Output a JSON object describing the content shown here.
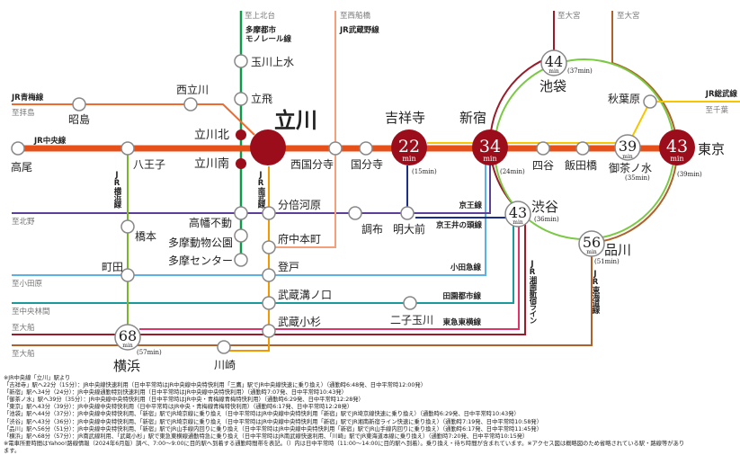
{
  "colors": {
    "chuo": "#e8501a",
    "station_red": "#9b0d1a",
    "ome": "#f06a30",
    "monorail": "#0a9a4a",
    "nambu": "#f39800",
    "musashino": "#f4a07a",
    "yokohama": "#7ab62a",
    "keio": "#5b3f98",
    "inokashira": "#1a2f8a",
    "odakyu": "#5cb0e8",
    "denentoshi": "#1a9a9a",
    "toyoko": "#e0336a",
    "shonan": "#9b1b2a",
    "tokaido": "#b0602a",
    "yamanote": "#7ac943",
    "sobu": "#f7c600"
  },
  "lines": {
    "ome": "JR青梅線",
    "chuo": "JR中央線",
    "monorail_1": "多摩都市",
    "monorail_2": "モノレール線",
    "musashino": "JR武蔵野線",
    "sobu": "JR総武線",
    "yokohama": "JR横浜線",
    "nambu": "JR南武線",
    "keio": "京王線",
    "inokashira": "京王井の頭線",
    "odakyu": "小田急線",
    "denentoshi": "田園都市線",
    "toyoko": "東急東横線",
    "shonan": "JR湘南新宿ライン",
    "tokaido": "JR東海道線"
  },
  "directions": {
    "haijima": "至拝島",
    "kamikitadai": "至上北台",
    "nishifunabashi": "至西船橋",
    "omiya_1": "至大宮",
    "omiya_2": "至大宮",
    "chiba": "至千葉",
    "kitano": "至北野",
    "odawara": "至小田原",
    "chuorinkan": "至中央林間",
    "ofuna_1": "至大船",
    "ofuna_2": "至大船"
  },
  "stations": {
    "takao": "高尾",
    "hachioji": "八王子",
    "tachikawa": "立川",
    "nishikokubunji": "西国分寺",
    "kokubunji": "国分寺",
    "kichijoji": "吉祥寺",
    "shinjuku": "新宿",
    "yotsuya": "四谷",
    "iidabashi": "飯田橋",
    "ochanomizu": "御茶ノ水",
    "tokyo": "東京",
    "akishima": "昭島",
    "nishitachikawa": "西立川",
    "tamagawajosui": "玉川上水",
    "tachihi": "立飛",
    "tachikawakita": "立川北",
    "tachikawaminami": "立川南",
    "takahatafudo": "高幡不動",
    "tamadobutsukoen": "多摩動物公園",
    "tamacenter": "多摩センター",
    "bubaigawara": "分倍河原",
    "fuchuhommachi": "府中本町",
    "noborito": "登戸",
    "musashimizonokuchi": "武蔵溝ノ口",
    "musashikosugi": "武蔵小杉",
    "kawasaki": "川崎",
    "hashimoto": "橋本",
    "machida": "町田",
    "yokohama": "横浜",
    "chofu": "調布",
    "meidaimae": "明大前",
    "futakotamagawa": "二子玉川",
    "ikebukuro": "池袋",
    "akihabara": "秋葉原",
    "shibuya": "渋谷",
    "shinagawa": "品川"
  },
  "times": {
    "kichijoji": {
      "commute": "22",
      "unit": "min",
      "daytime": "(15min)"
    },
    "shinjuku": {
      "commute": "34",
      "unit": "min",
      "daytime": "(24min)"
    },
    "ochanomizu": {
      "commute": "39",
      "unit": "min",
      "daytime": "(35min)"
    },
    "tokyo": {
      "commute": "43",
      "unit": "min",
      "daytime": "(39min)"
    },
    "ikebukuro": {
      "commute": "44",
      "unit": "min",
      "daytime": "(37min)"
    },
    "shibuya": {
      "commute": "43",
      "unit": "min",
      "daytime": "(36min)"
    },
    "shinagawa": {
      "commute": "56",
      "unit": "min",
      "daytime": "(51min)"
    },
    "yokohama": {
      "commute": "68",
      "unit": "min",
      "daytime": "(57min)"
    }
  },
  "notes": [
    "※JR中央線「立川」駅より",
    "「吉祥寺」駅へ22分（15分）：JR中央線快速利用（日中平常時はJR中央線中央特快利用「三鷹」駅でJR中央線快速に乗り換え）（通勤時6:48発、日中平常時12:00発）",
    "「新宿」駅へ34分（24分）：JR中央線通勤特別快速利用（日中平常時はJR中央線中央特快利用）（通勤時7:07発、日中平常時10:43発）",
    "「御茶ノ水」駅へ39分（35分）：JR中央線中央特快利用（日中平常時はJR中央・青梅線青梅特快利用）（通勤時6:29発、日中平常時12:28発）",
    "「東京」駅へ43分（39分）：JR中央線中央特快利用（日中平常時はJR中央・青梅線青梅特快利用）（通勤時6:17発、日中平常時12:28発）",
    "「池袋」駅へ44分（37分）：JR中央線中央特快利用、「新宿」駅でJR埼京線に乗り換え（日中平常時はJR中央線中央特快利用「新宿」駅でJR埼京線快速に乗り換え）（通勤時6:29発、日中平常時10:43発）",
    "「渋谷」駅へ43分（36分）：JR中央線中央特快利用、「新宿」駅でJR埼京線に乗り換え（日中平常時はJR中央線中央特快利用「新宿」駅でJR湘南新宿ライン快速に乗り換え）（通勤時7:19発、日中平常時10:58発）",
    "「品川」駅へ56分（51分）：JR中央線中央特快利用、「新宿」駅でJR山手線内回りに乗り換え（日中平常時はJR中央線中央特快利用「新宿」駅でJR山手線内回りに乗り換え）（通勤時6:17発、日中平常時11:45発）",
    "「横浜」駅へ68分（57分）：JR南武線利用、「武蔵小杉」駅で東急東横線通勤特急に乗り換え（日中平常時はJR南武線快速利用、「川崎」駅でJR東海道本線に乗り換え）（通勤時7:20発、日中平常時10:15発）",
    "※電車所要時間はYahoo!路線情報（2024年6月版）調べ、7:00～9:00に目的駅へ到着する通勤時間帯を表記。（）内は日中平常時（11:00～14:00に目的駅へ到着）。乗り換え・待ち時間が含まれています。※アクセス図は概略図のため省略されている駅・路線等があり",
    "ます。"
  ]
}
